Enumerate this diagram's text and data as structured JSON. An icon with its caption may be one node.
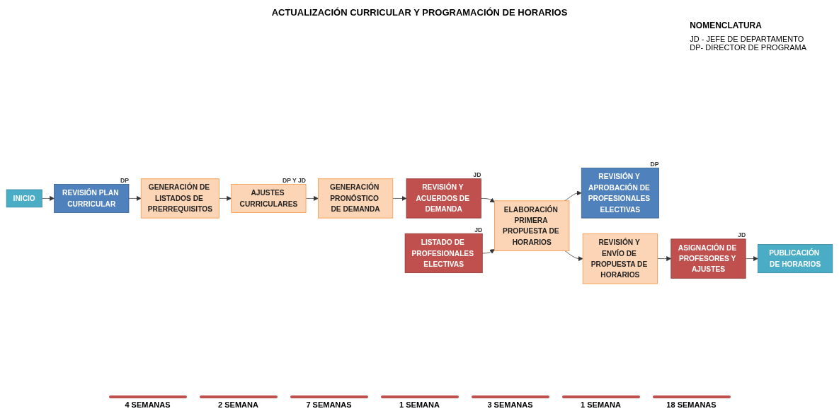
{
  "diagram": {
    "title": "ACTUALIZACIÓN CURRICULAR Y PROGRAMACIÓN DE HORARIOS",
    "nodes": [
      {
        "text": [
          "INICIO"
        ]
      },
      {
        "text": [
          "REVISIÓN PLAN CURRICULAR"
        ],
        "beside": [
          "DP"
        ]
      },
      {
        "text": [
          "GENERACIÓN DE LISTADOS DE PRERREQUISITOS"
        ]
      },
      {
        "text": [
          "AJUSTES CURRICULARES"
        ],
        "beside": [
          "DP Y JD"
        ]
      },
      {
        "text": [
          "GENERACIÓN PRONÓSTICO DE DEMANDA"
        ]
      },
      {
        "text": [
          "REVISIÓN Y ACUERDOS DE DEMANDA"
        ],
        "beside": [
          "JD"
        ]
      },
      {
        "text": [
          "ELABORACIÓN PRIMERA PROPUESTA DE HORARIOS"
        ]
      },
      {
        "text": [
          "LISTADO DE PROFESIONALES ELECTIVAS"
        ],
        "beside": [
          "JD"
        ]
      },
      {
        "text": [
          "REVISIÓN Y APROBACIÓN DE PROFESIONALES ELECTIVAS"
        ],
        "beside": [
          "DP"
        ]
      },
      {
        "text": [
          "REVISIÓN Y ENVÍO DE PROPUESTA DE HORARIOS"
        ]
      },
      {
        "text": [
          "ASIGNACIÓN DE PROFESORES Y AJUSTES"
        ],
        "beside": [
          "JD"
        ]
      },
      {
        "text": [
          "PUBLICACIÓN DE HORARIOS"
        ]
      }
    ],
    "edges": [
      {
        "from": 0,
        "to": 1,
        "arrow": "to"
      },
      {
        "from": 1,
        "to": 2,
        "arrow": "to"
      },
      {
        "from": 2,
        "to": 3,
        "arrow": "to"
      },
      {
        "from": 3,
        "to": 4,
        "arrow": "to"
      },
      {
        "from": 4,
        "to": 5,
        "arrow": "to"
      },
      {
        "from": 5,
        "to": 6,
        "arrow": "to"
      },
      {
        "from": 7,
        "to": 6,
        "arrow": "to"
      },
      {
        "from": 6,
        "to": 8,
        "arrow": "to"
      },
      {
        "from": 6,
        "to": 9,
        "arrow": "to"
      },
      {
        "from": 9,
        "to": 10,
        "arrow": "to"
      },
      {
        "from": 10,
        "to": 11,
        "arrow": "to"
      }
    ],
    "labels": [
      "NOMENCLATURA",
      "JD - JEFE DE DEPARTAMENTO",
      "DP- DIRECTOR DE PROGRAMA",
      "4 SEMANAS",
      "2 SEMANA",
      "7 SEMANAS",
      "1 SEMANA",
      "3 SEMANAS",
      "1 SEMANA",
      "18 SEMANAS"
    ]
  }
}
